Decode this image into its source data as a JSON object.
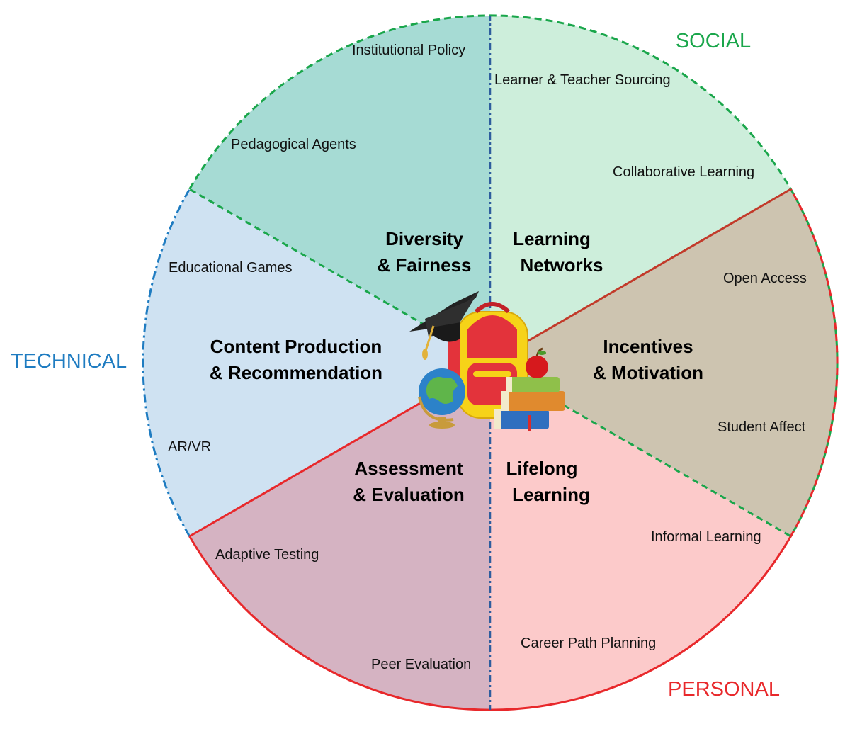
{
  "dimensions": {
    "social": {
      "label": "SOCIAL",
      "color": "#1aa64b"
    },
    "technical": {
      "label": "TECHNICAL",
      "color": "#1f7cc1"
    },
    "personal": {
      "label": "PERSONAL",
      "color": "#e8282b"
    }
  },
  "segments": [
    {
      "id": "learning-networks",
      "title": [
        "Learning",
        "Networks"
      ],
      "color": "#cdeedb",
      "subtopics": [
        "Learner & Teacher Sourcing",
        "Collaborative Learning"
      ]
    },
    {
      "id": "incentives-motivation",
      "title": [
        "Incentives",
        "& Motivation"
      ],
      "color": "#cdc4b0",
      "subtopics": [
        "Open Access",
        "Student Affect"
      ]
    },
    {
      "id": "lifelong-learning",
      "title": [
        "Lifelong",
        "Learning"
      ],
      "color": "#fccaca",
      "subtopics": [
        "Informal Learning",
        "Career Path Planning"
      ]
    },
    {
      "id": "assessment-evaluation",
      "title": [
        "Assessment",
        "& Evaluation"
      ],
      "color": "#d5b3c2",
      "subtopics": [
        "Adaptive Testing",
        "Peer Evaluation"
      ]
    },
    {
      "id": "content-production",
      "title": [
        "Content Production",
        "& Recommendation"
      ],
      "color": "#cfe2f2",
      "subtopics": [
        "Educational Games",
        "AR/VR"
      ]
    },
    {
      "id": "diversity-fairness",
      "title": [
        "Diversity",
        "& Fairness"
      ],
      "color": "#a6dbd4",
      "subtopics": [
        "Pedagogical Agents",
        "Institutional Policy"
      ]
    }
  ],
  "center_illustration": {
    "items": [
      "graduation-cap-icon",
      "backpack-icon",
      "globe-icon",
      "books-icon",
      "apple-icon"
    ]
  }
}
